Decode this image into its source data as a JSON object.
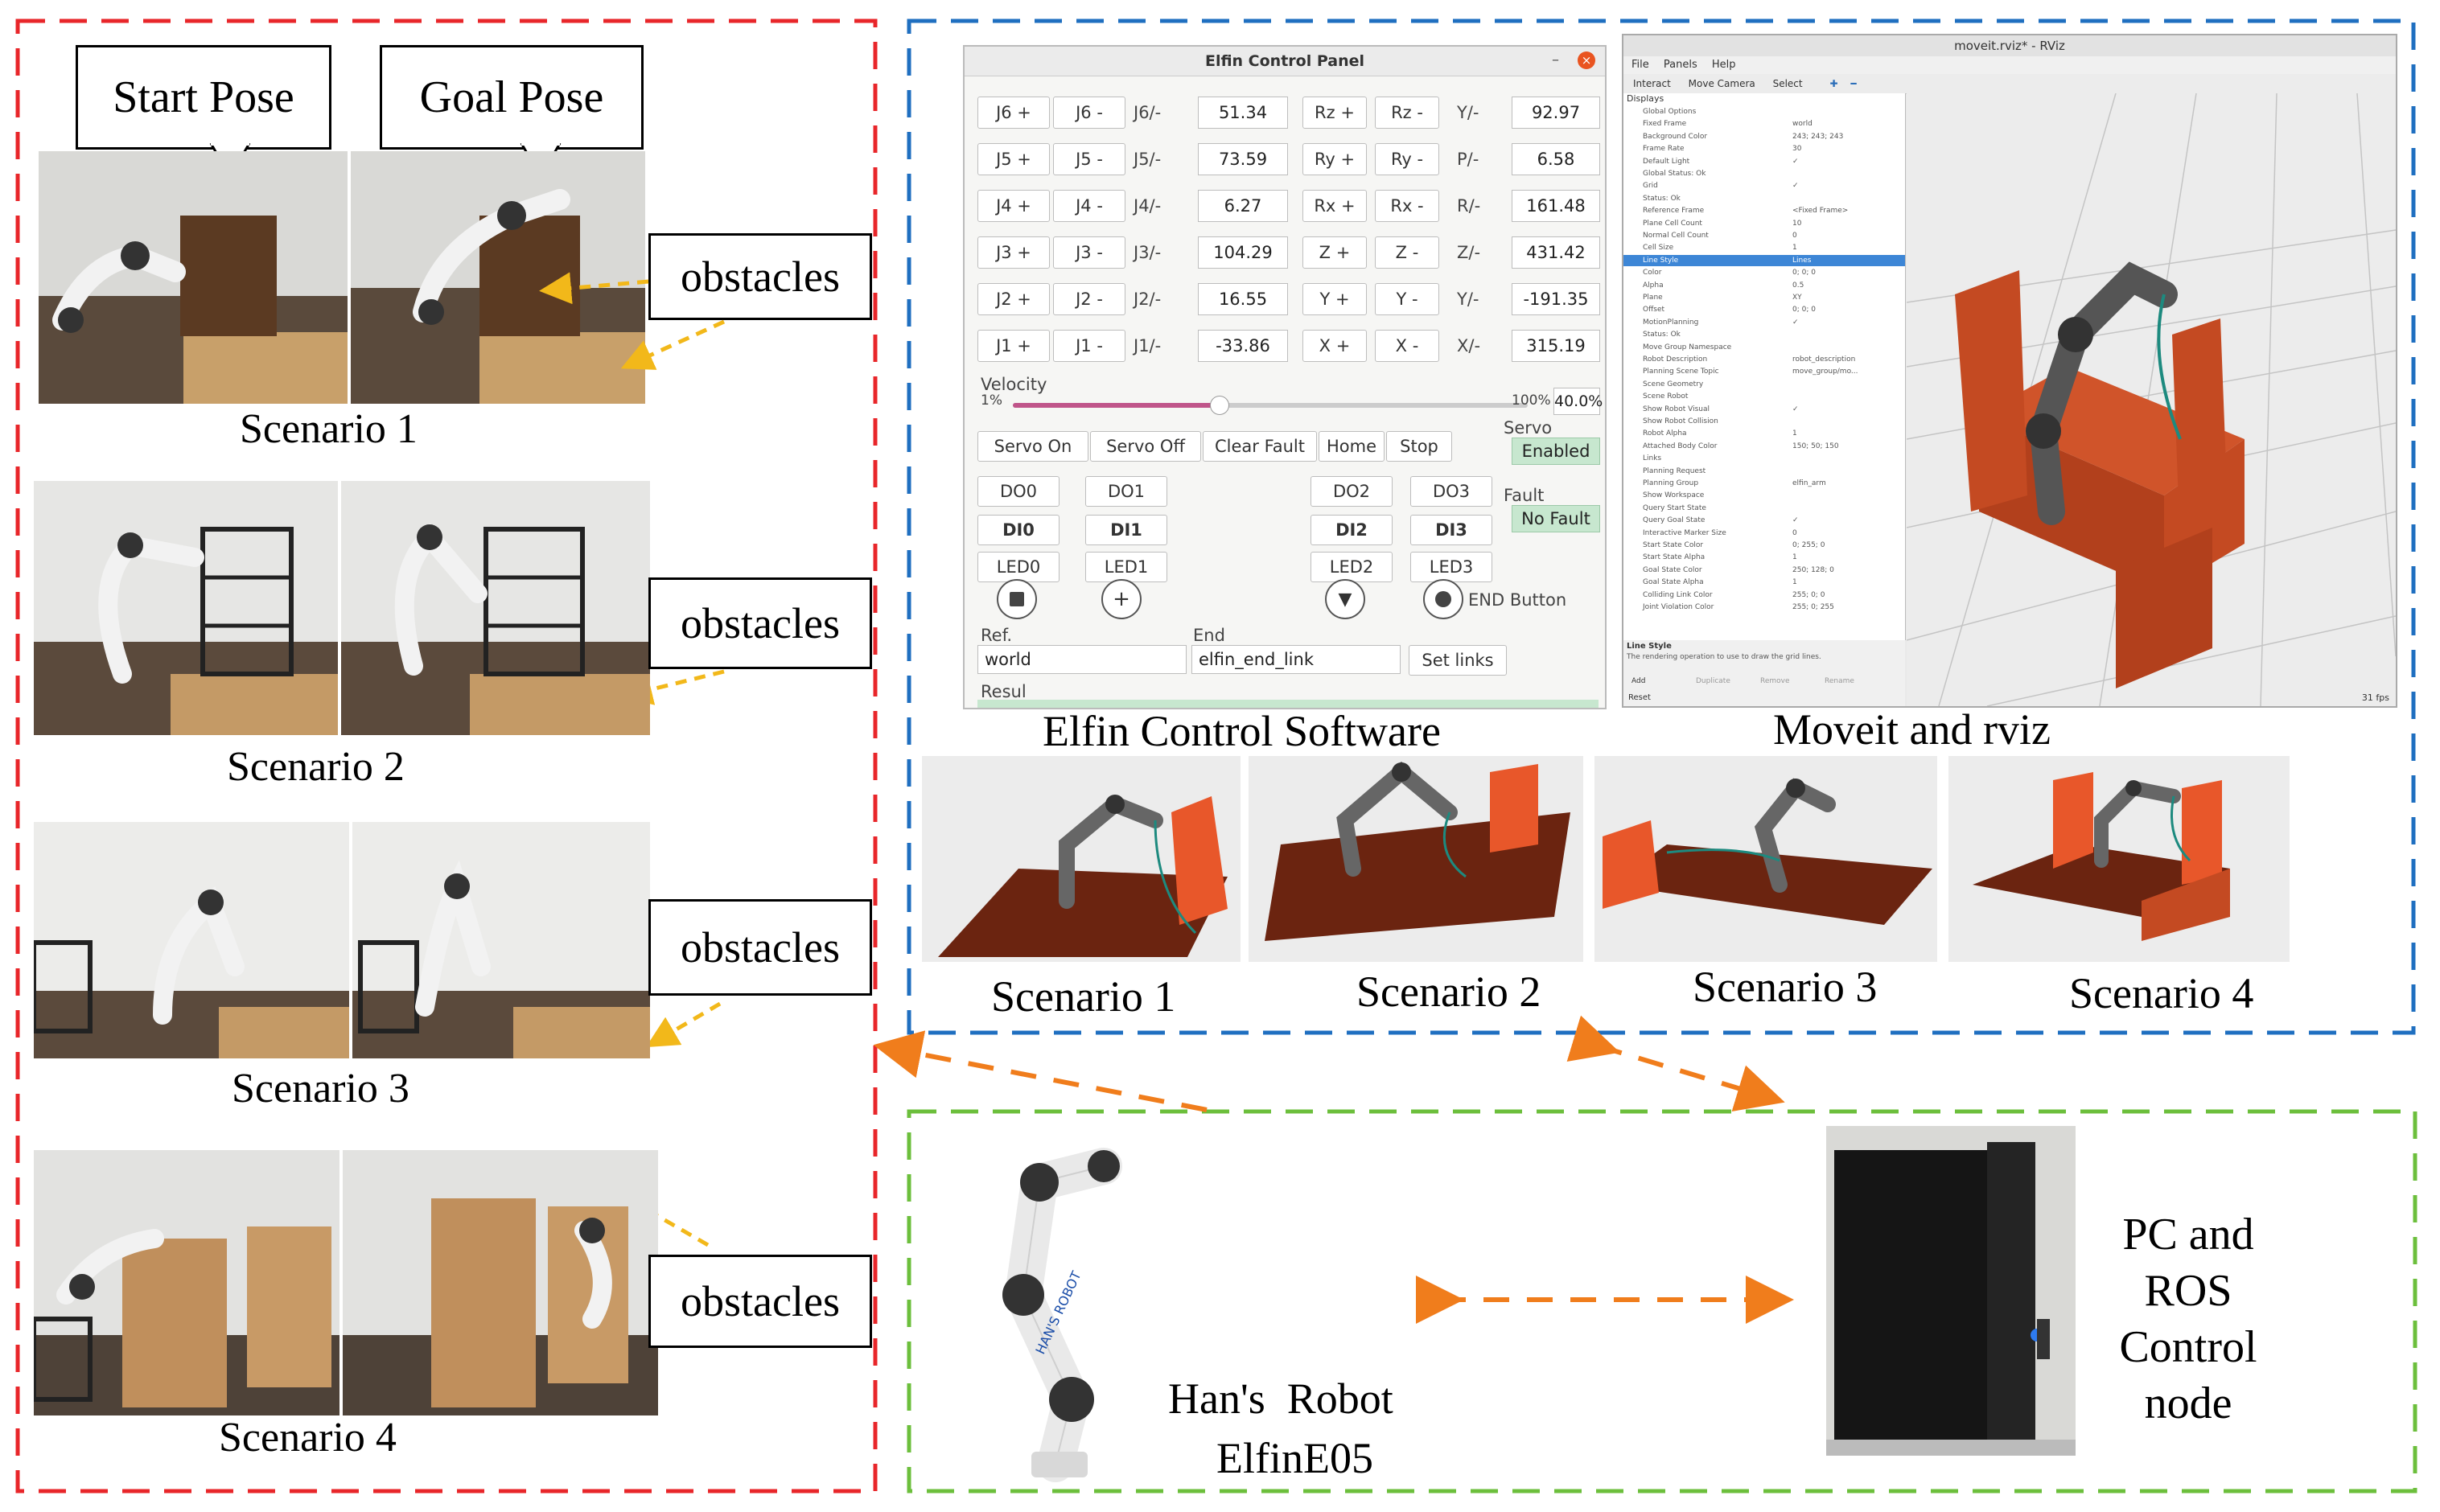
{
  "left_panel": {
    "start_pose": "Start Pose",
    "goal_pose": "Goal Pose",
    "obstacles_label": "obstacles",
    "scenarios": [
      "Scenario 1",
      "Scenario 2",
      "Scenario 3",
      "Scenario 4"
    ]
  },
  "control_panel": {
    "title": "Elfin Control Panel",
    "joint_rows": [
      {
        "plus": "J6 +",
        "minus": "J6 -",
        "label": "J6/-",
        "value": "51.34",
        "cplus": "Rz +",
        "cminus": "Rz -",
        "clabel": "Y/-",
        "cvalue": "92.97"
      },
      {
        "plus": "J5 +",
        "minus": "J5 -",
        "label": "J5/-",
        "value": "73.59",
        "cplus": "Ry +",
        "cminus": "Ry -",
        "clabel": "P/-",
        "cvalue": "6.58"
      },
      {
        "plus": "J4 +",
        "minus": "J4 -",
        "label": "J4/-",
        "value": "6.27",
        "cplus": "Rx +",
        "cminus": "Rx -",
        "clabel": "R/-",
        "cvalue": "161.48"
      },
      {
        "plus": "J3 +",
        "minus": "J3 -",
        "label": "J3/-",
        "value": "104.29",
        "cplus": "Z +",
        "cminus": "Z -",
        "clabel": "Z/-",
        "cvalue": "431.42"
      },
      {
        "plus": "J2 +",
        "minus": "J2 -",
        "label": "J2/-",
        "value": "16.55",
        "cplus": "Y +",
        "cminus": "Y -",
        "clabel": "Y/-",
        "cvalue": "-191.35"
      },
      {
        "plus": "J1 +",
        "minus": "J1 -",
        "label": "J1/-",
        "value": "-33.86",
        "cplus": "X +",
        "cminus": "X -",
        "clabel": "X/-",
        "cvalue": "315.19"
      }
    ],
    "velocity_label": "Velocity",
    "velocity_min": "1%",
    "velocity_max": "100%",
    "velocity_value": "40.0%",
    "velocity_fraction": 0.4,
    "servo_on": "Servo On",
    "servo_off": "Servo Off",
    "clear_fault": "Clear Fault",
    "home": "Home",
    "stop": "Stop",
    "servo_label": "Servo",
    "servo_state": "Enabled",
    "fault_label": "Fault",
    "fault_state": "No Fault",
    "do": [
      "DO0",
      "DO1",
      "DO2",
      "DO3"
    ],
    "di": [
      "DI0",
      "DI1",
      "DI2",
      "DI3"
    ],
    "led": [
      "LED0",
      "LED1",
      "LED2",
      "LED3"
    ],
    "end_button_label": "END Button",
    "ref_label": "Ref.",
    "ref_value": "world",
    "end_label": "End",
    "end_value": "elfin_end_link",
    "set_links": "Set links",
    "result_label": "Resul"
  },
  "rviz": {
    "title": "moveit.rviz* - RViz",
    "menu": [
      "File",
      "Panels",
      "Help"
    ],
    "toolbar": [
      "Interact",
      "Move Camera",
      "Select"
    ],
    "displays_header": "Displays",
    "fps": "31 fps",
    "buttons": [
      "Add",
      "Duplicate",
      "Remove",
      "Rename"
    ],
    "reset": "Reset",
    "line_style_title": "Line Style",
    "line_style_desc": "The rendering operation to use to draw the grid lines.",
    "tree": [
      {
        "k": "Global Options",
        "v": ""
      },
      {
        "k": "Fixed Frame",
        "v": "world"
      },
      {
        "k": "Background Color",
        "v": "243; 243; 243"
      },
      {
        "k": "Frame Rate",
        "v": "30"
      },
      {
        "k": "Default Light",
        "v": "✓"
      },
      {
        "k": "Global Status: Ok",
        "v": ""
      },
      {
        "k": "Grid",
        "v": "✓"
      },
      {
        "k": "Status: Ok",
        "v": ""
      },
      {
        "k": "Reference Frame",
        "v": "<Fixed Frame>"
      },
      {
        "k": "Plane Cell Count",
        "v": "10"
      },
      {
        "k": "Normal Cell Count",
        "v": "0"
      },
      {
        "k": "Cell Size",
        "v": "1"
      },
      {
        "k": "Line Style",
        "v": "Lines"
      },
      {
        "k": "Color",
        "v": "0; 0; 0"
      },
      {
        "k": "Alpha",
        "v": "0.5"
      },
      {
        "k": "Plane",
        "v": "XY"
      },
      {
        "k": "Offset",
        "v": "0; 0; 0"
      },
      {
        "k": "MotionPlanning",
        "v": "✓"
      },
      {
        "k": "Status: Ok",
        "v": ""
      },
      {
        "k": "Move Group Namespace",
        "v": ""
      },
      {
        "k": "Robot Description",
        "v": "robot_description"
      },
      {
        "k": "Planning Scene Topic",
        "v": "move_group/mo..."
      },
      {
        "k": "Scene Geometry",
        "v": ""
      },
      {
        "k": "Scene Robot",
        "v": ""
      },
      {
        "k": "Show Robot Visual",
        "v": "✓"
      },
      {
        "k": "Show Robot Collision",
        "v": ""
      },
      {
        "k": "Robot Alpha",
        "v": "1"
      },
      {
        "k": "Attached Body Color",
        "v": "150; 50; 150"
      },
      {
        "k": "Links",
        "v": ""
      },
      {
        "k": "Planning Request",
        "v": ""
      },
      {
        "k": "Planning Group",
        "v": "elfin_arm"
      },
      {
        "k": "Show Workspace",
        "v": ""
      },
      {
        "k": "Query Start State",
        "v": ""
      },
      {
        "k": "Query Goal State",
        "v": "✓"
      },
      {
        "k": "Interactive Marker Size",
        "v": "0"
      },
      {
        "k": "Start State Color",
        "v": "0; 255; 0"
      },
      {
        "k": "Start State Alpha",
        "v": "1"
      },
      {
        "k": "Goal State Color",
        "v": "250; 128; 0"
      },
      {
        "k": "Goal State Alpha",
        "v": "1"
      },
      {
        "k": "Colliding Link Color",
        "v": "255; 0; 0"
      },
      {
        "k": "Joint Violation Color",
        "v": "255; 0; 255"
      }
    ]
  },
  "software_labels": {
    "elfin": "Elfin Control Software",
    "moveit": "Moveit and rviz"
  },
  "sim_scenarios": [
    "Scenario 1",
    "Scenario 2",
    "Scenario 3",
    "Scenario 4"
  ],
  "hardware": {
    "robot_label_line1": "Han's  Robot",
    "robot_label_line2": "ElfinE05",
    "robot_brand": "HAN'S ROBOT",
    "pc_label": [
      "PC and",
      "ROS",
      "Control",
      "node"
    ]
  },
  "colors": {
    "red_frame": "#e8262a",
    "blue_frame": "#1f6fc0",
    "green_frame": "#6cbf3c",
    "orange_arrow": "#f07d1c",
    "yellow_arrow": "#f2b81a",
    "obstacle_orange": "#c8471e",
    "floor_brown": "#6b2410"
  }
}
